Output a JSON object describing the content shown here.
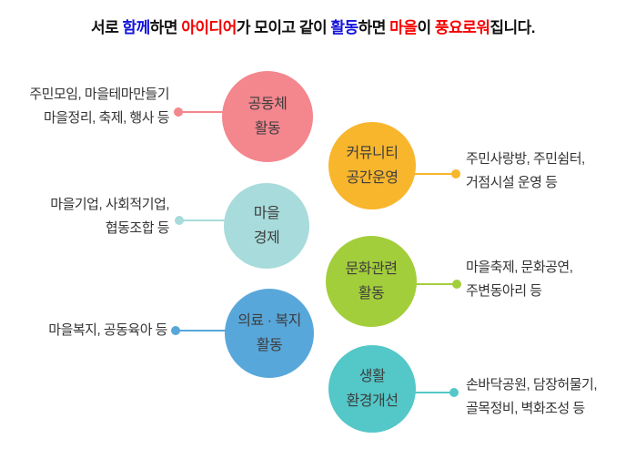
{
  "title": {
    "segments": [
      {
        "text": "서로 ",
        "color": "#111111"
      },
      {
        "text": "함께",
        "color": "#1414DC"
      },
      {
        "text": "하면 ",
        "color": "#111111"
      },
      {
        "text": "아이디어",
        "color": "#F50000"
      },
      {
        "text": "가 모이고 같이 ",
        "color": "#111111"
      },
      {
        "text": "활동",
        "color": "#1414DC"
      },
      {
        "text": "하면 ",
        "color": "#111111"
      },
      {
        "text": "마을",
        "color": "#F50000"
      },
      {
        "text": "이 ",
        "color": "#111111"
      },
      {
        "text": "풍요로워",
        "color": "#F50000"
      },
      {
        "text": "집니다.",
        "color": "#111111"
      }
    ]
  },
  "colors": {
    "title_blue": "#1414DC",
    "title_red": "#F50000",
    "text_dark": "#333333",
    "circle_label": "#3d3d3d"
  },
  "items": [
    {
      "name": "community-activity",
      "side": "left",
      "color": "#F4868E",
      "label_lines": [
        "공동체",
        "활동"
      ],
      "desc_lines": [
        "주민모임, 마을테마만들기",
        "마을정리, 축제, 행사 등"
      ]
    },
    {
      "name": "community-space",
      "side": "right",
      "color": "#F8B62D",
      "label_lines": [
        "커뮤니티",
        "공간운영"
      ],
      "desc_lines": [
        "주민사랑방, 주민쉼터,",
        "거점시설 운영 등"
      ]
    },
    {
      "name": "village-economy",
      "side": "left",
      "color": "#A8DBDB",
      "label_lines": [
        "마을",
        "경제"
      ],
      "desc_lines": [
        "마을기업, 사회적기업,",
        "협동조합 등"
      ]
    },
    {
      "name": "culture-activity",
      "side": "right",
      "color": "#A3CE3B",
      "label_lines": [
        "문화관련",
        "활동"
      ],
      "desc_lines": [
        "마을축제, 문화공연,",
        "주변동아리 등"
      ]
    },
    {
      "name": "medical-welfare",
      "side": "left",
      "color": "#58A7DA",
      "label_lines": [
        "의료 · 복지",
        "활동"
      ],
      "desc_lines": [
        "마을복지, 공동육아 등"
      ]
    },
    {
      "name": "living-environment",
      "side": "right",
      "color": "#54C7C8",
      "label_lines": [
        "생활",
        "환경개선"
      ],
      "desc_lines": [
        "손바닥공원, 담장허물기,",
        "골목정비, 벽화조성 등"
      ]
    }
  ]
}
